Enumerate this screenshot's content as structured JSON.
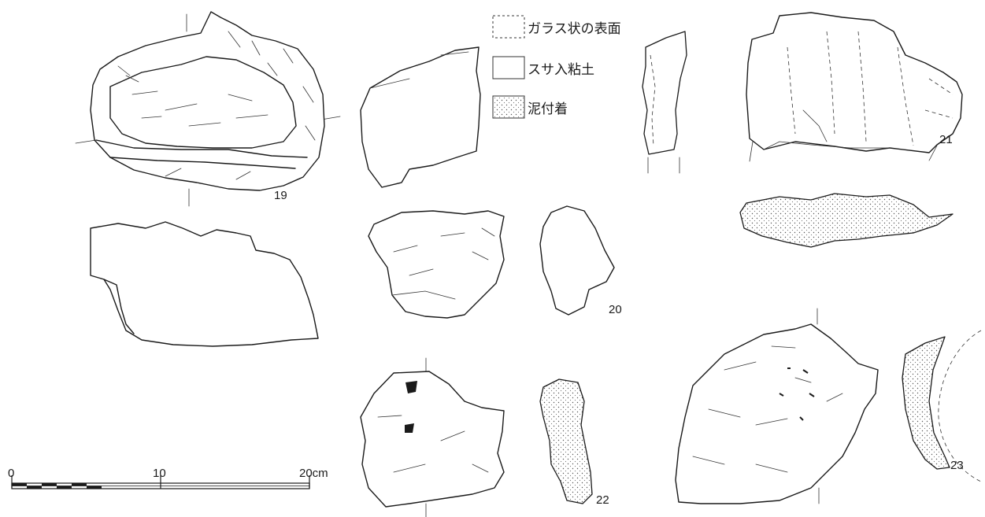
{
  "legend": {
    "items": [
      {
        "label": "ガラス状の表面",
        "style": "dashed-border"
      },
      {
        "label": "スサ入粘土",
        "style": "plain"
      },
      {
        "label": "泥付着",
        "style": "dotted-fill"
      }
    ]
  },
  "specimens": {
    "s19": "19",
    "s20": "20",
    "s21": "21",
    "s22": "22",
    "s23": "23"
  },
  "scale": {
    "tick0": "0",
    "tick10": "10",
    "tick20": "20cm"
  },
  "colors": {
    "ink": "#1a1a1a",
    "paper": "#ffffff"
  }
}
